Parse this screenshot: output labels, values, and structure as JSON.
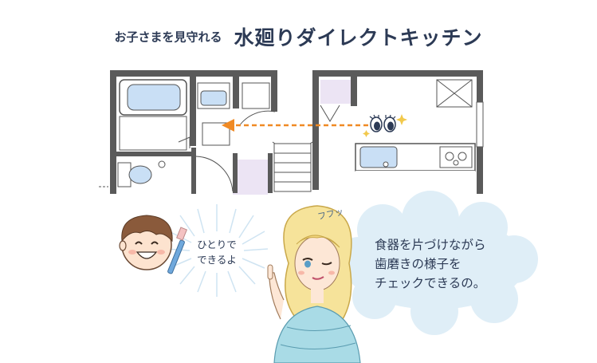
{
  "header": {
    "subtitle": "お子さまを見守れる",
    "title": "水廻りダイレクトキッチン"
  },
  "child": {
    "speech_line1": "ひとりで",
    "speech_line2": "できるよ"
  },
  "woman": {
    "sound": "フフッ",
    "speech_line1": "食器を片づけながら",
    "speech_line2": "歯磨きの様子を",
    "speech_line3": "チェックできるの。"
  },
  "colors": {
    "wall": "#555555",
    "accent_arrow": "#f08a24",
    "fixture_blue": "#c9dff5",
    "cloud": "#dfeef7",
    "title": "#2c3a55"
  }
}
